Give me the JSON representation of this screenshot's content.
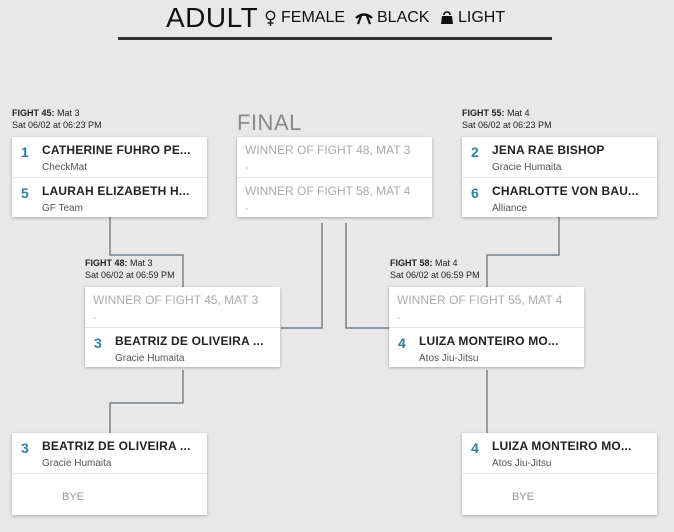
{
  "header": {
    "division": "ADULT",
    "gender": "FEMALE",
    "belt": "BLACK",
    "weight": "LIGHT",
    "gender_icon": "female-icon",
    "belt_icon": "belt-icon",
    "weight_icon": "weight-icon"
  },
  "final": {
    "label": "FINAL",
    "slot1": "WINNER OF FIGHT 48, MAT 3",
    "slot1_dash": "-",
    "slot2": "WINNER OF FIGHT 58, MAT 4",
    "slot2_dash": "-"
  },
  "fight45": {
    "number": "FIGHT 45:",
    "mat": " Mat 3",
    "time": "Sat 06/02 at 06:23 PM",
    "a": {
      "seed": "1",
      "name": "CATHERINE FUHRO PE...",
      "team": "CheckMat"
    },
    "b": {
      "seed": "5",
      "name": "LAURAH ELIZABETH H...",
      "team": "GF Team"
    }
  },
  "fight55": {
    "number": "FIGHT 55:",
    "mat": " Mat 4",
    "time": "Sat 06/02 at 06:23 PM",
    "a": {
      "seed": "2",
      "name": "JENA RAE BISHOP",
      "team": "Gracie Humaita"
    },
    "b": {
      "seed": "6",
      "name": "CHARLOTTE VON BAU...",
      "team": "Alliance"
    }
  },
  "fight48": {
    "number": "FIGHT 48:",
    "mat": " Mat 3",
    "time": "Sat 06/02 at 06:59 PM",
    "winner": "WINNER OF FIGHT 45, MAT 3",
    "winner_dash": "-",
    "b": {
      "seed": "3",
      "name": "BEATRIZ DE OLIVEIRA ...",
      "team": "Gracie Humaita"
    }
  },
  "fight58": {
    "number": "FIGHT 58:",
    "mat": " Mat 4",
    "time": "Sat 06/02 at 06:59 PM",
    "winner": "WINNER OF FIGHT 55, MAT 4",
    "winner_dash": "-",
    "b": {
      "seed": "4",
      "name": "LUIZA MONTEIRO MO...",
      "team": "Atos Jiu-Jitsu"
    }
  },
  "bye_left": {
    "a": {
      "seed": "3",
      "name": "BEATRIZ DE OLIVEIRA ...",
      "team": "Gracie Humaita"
    },
    "bye": "BYE"
  },
  "bye_right": {
    "a": {
      "seed": "4",
      "name": "LUIZA MONTEIRO MO...",
      "team": "Atos Jiu-Jitsu"
    },
    "bye": "BYE"
  }
}
